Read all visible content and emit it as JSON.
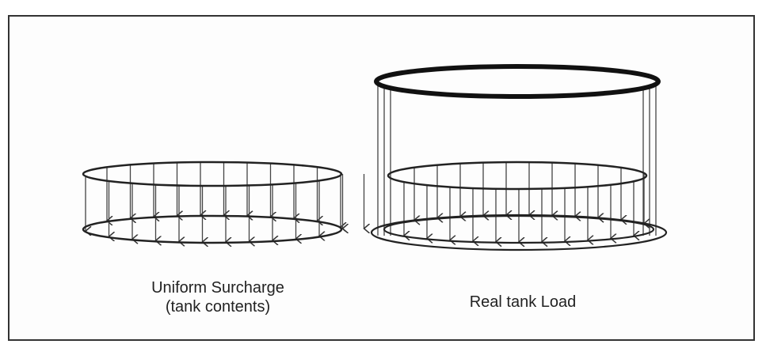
{
  "figure": {
    "left_panel": {
      "label_line1": "Uniform Surcharge",
      "label_line2": "(tank contents)"
    },
    "right_panel": {
      "label": "Real tank Load"
    }
  },
  "colors": {
    "stroke": "#222222",
    "frame": "#333333",
    "background": "#ffffff"
  }
}
